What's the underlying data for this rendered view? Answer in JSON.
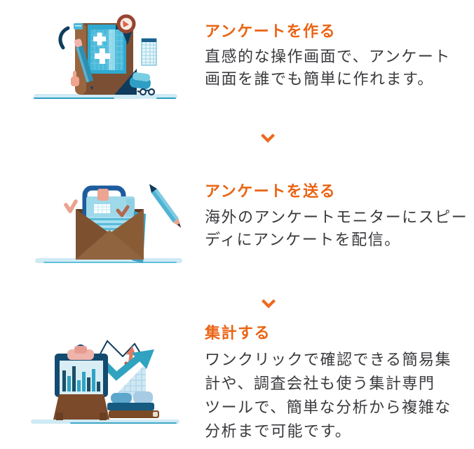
{
  "page": {
    "background": "#ffffff"
  },
  "colors": {
    "heading_orange": "#ea6414",
    "chevron_orange": "#ed6a1e",
    "body_text": "#3a3a3e",
    "illustration_teal": "#2fa3c5",
    "illustration_navy": "#123c5e",
    "illustration_brown": "#7b4f33",
    "illustration_salmon": "#eca493",
    "ground_light_blue": "#cfeaf4"
  },
  "steps": [
    {
      "illustration": "create-survey-illustration",
      "heading": "アンケートを作る",
      "body_lines": [
        "直感的な操作画面で、アンケート",
        "画面を誰でも簡単に作れます。"
      ]
    },
    {
      "illustration": "send-survey-illustration",
      "heading": "アンケートを送る",
      "body_lines": [
        "海外のアンケートモニターにスピー",
        "ディにアンケートを配信。"
      ]
    },
    {
      "illustration": "tally-results-illustration",
      "heading": "集計する",
      "body_lines": [
        "ワンクリックで確認できる簡易集",
        "計や、調査会社も使う集計専門",
        "ツールで、簡単な分析から複雑な",
        "分析まで可能です。"
      ]
    }
  ],
  "separators": [
    {
      "icon": "chevron-down"
    },
    {
      "icon": "chevron-down"
    }
  ]
}
